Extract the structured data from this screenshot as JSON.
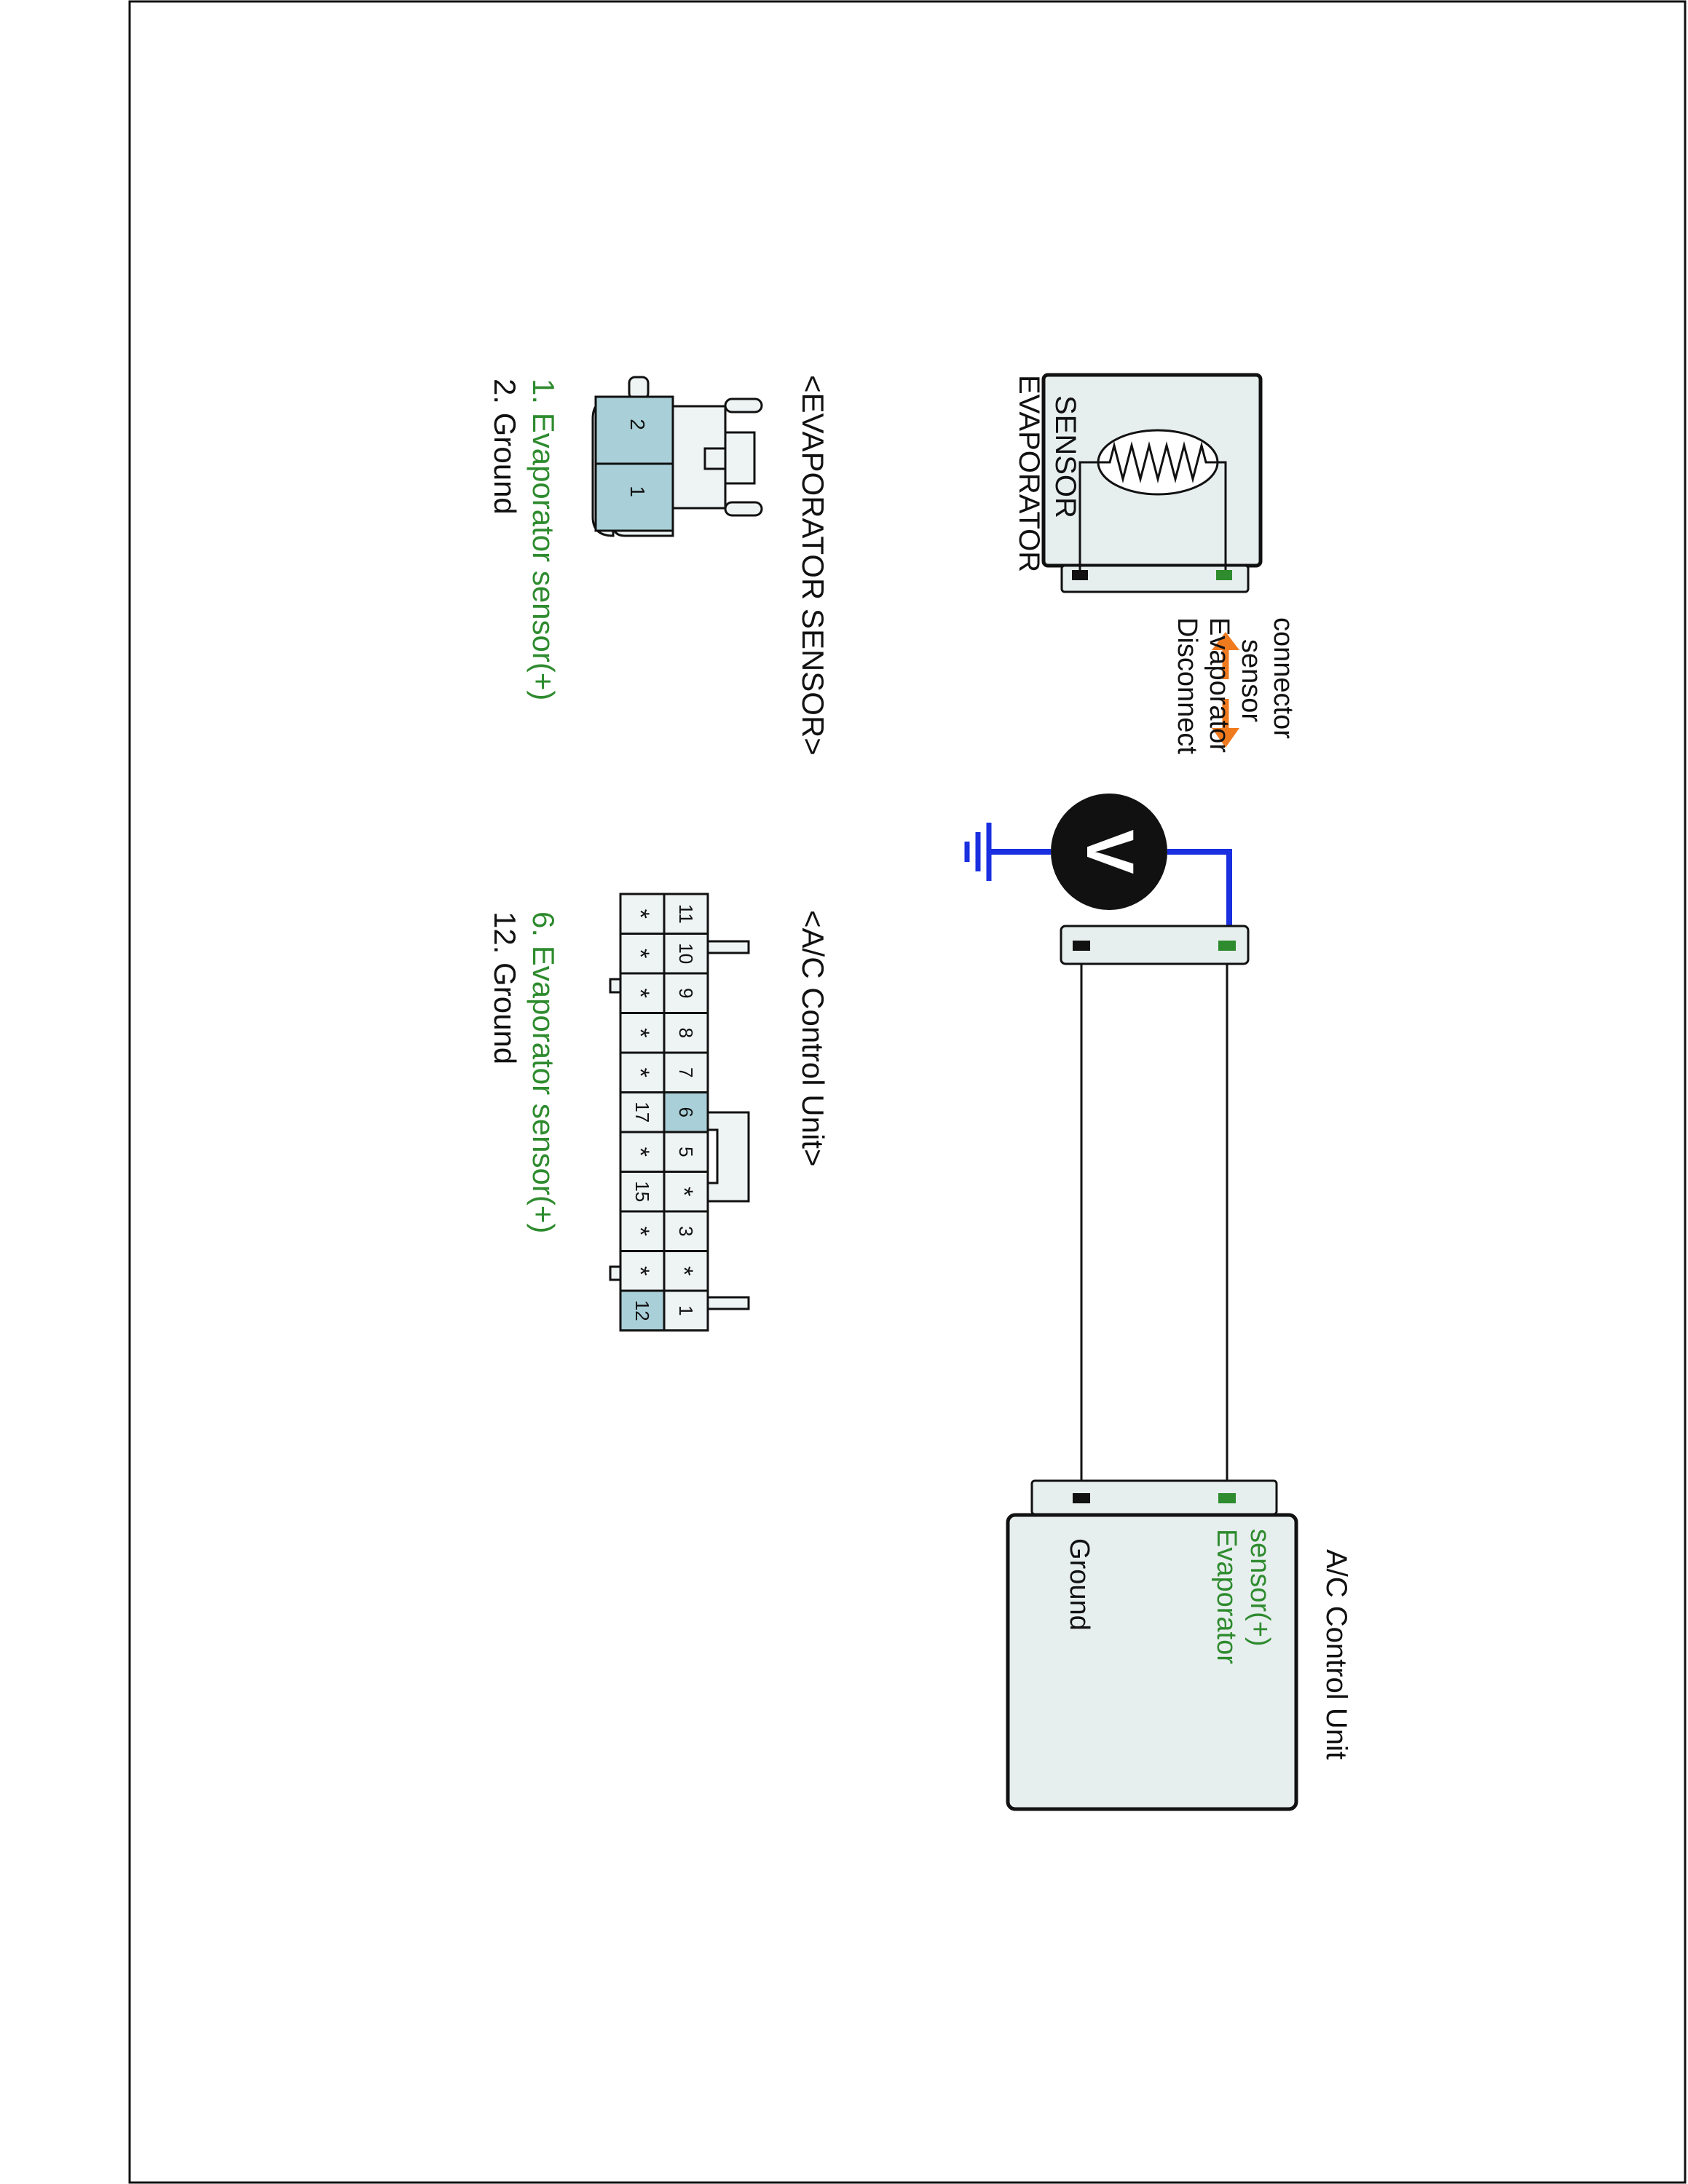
{
  "colors": {
    "green": "#2e8b2e",
    "black": "#111111",
    "blue": "#1a2fe0",
    "orange": "#f07a1e",
    "panel": "#e7eeee",
    "pin_highlight": "#a9d0d8",
    "pin_cell": "#eef4f4"
  },
  "evaporator_sensor": {
    "title_line1": "EVAPORATOR",
    "title_line2": "SENSOR"
  },
  "disconnect_note": {
    "line1": "Disconnect",
    "line2": "Evaporator",
    "line3": "sensor",
    "line4": "connector"
  },
  "voltmeter": {
    "symbol": "V"
  },
  "ac_control_unit": {
    "title": "A/C Control Unit",
    "pin_plus_line1": "Evaporator",
    "pin_plus_line2": "sensor(+)",
    "pin_ground": "Ground"
  },
  "evap_connector_view": {
    "title": "<EVAPORATOR SENSOR>",
    "pins": [
      "2",
      "1"
    ],
    "legend": [
      {
        "text": "1. Evaporator sensor(+)",
        "color": "green"
      },
      {
        "text": "2. Ground",
        "color": "black"
      }
    ]
  },
  "ac_connector_view": {
    "title": "<A/C Control Unit>",
    "top_row": [
      "11",
      "10",
      "9",
      "8",
      "7",
      "6",
      "5",
      "*",
      "3",
      "*",
      "1"
    ],
    "bottom_row": [
      "*",
      "*",
      "*",
      "*",
      "*",
      "17",
      "*",
      "15",
      "*",
      "*",
      "12"
    ],
    "highlighted_top": [
      5
    ],
    "highlighted_bottom": [
      10
    ],
    "legend": [
      {
        "text": "6. Evaporator sensor(+)",
        "color": "green"
      },
      {
        "text": "12. Ground",
        "color": "black"
      }
    ]
  }
}
